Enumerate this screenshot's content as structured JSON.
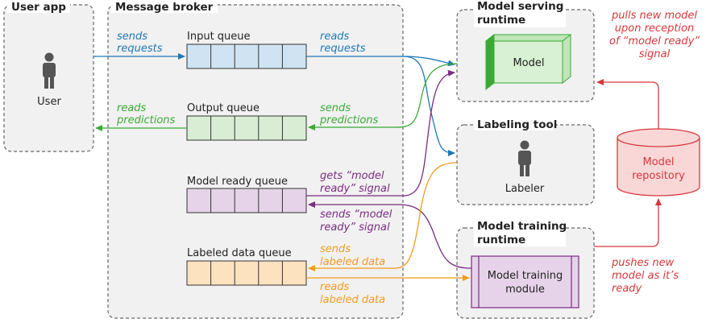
{
  "colors": {
    "blue": "#1f78b4",
    "green": "#3aaa35",
    "purple": "#7b2c82",
    "orange": "#f29b1d",
    "red": "#d6383d",
    "box_fill": "#f1f1f1",
    "box_stroke": "#666666"
  },
  "containers": {
    "user_app": "User app",
    "message_broker": "Message broker",
    "model_serving": [
      "Model serving",
      "runtime"
    ],
    "labeling_tool": "Labeling tool",
    "model_training": [
      "Model training",
      "runtime"
    ]
  },
  "actors": {
    "user": "User",
    "labeler": "Labeler"
  },
  "queues": {
    "input": "Input queue",
    "output": "Output queue",
    "model_ready": "Model ready queue",
    "labeled_data": "Labeled data queue"
  },
  "components": {
    "model": "Model",
    "training_module": [
      "Model training",
      "module"
    ],
    "repository": [
      "Model",
      "repository"
    ]
  },
  "edge_labels": {
    "sends_requests": [
      "sends",
      "requests"
    ],
    "reads_requests": [
      "reads",
      "requests"
    ],
    "reads_predictions": [
      "reads",
      "predictions"
    ],
    "sends_predictions": [
      "sends",
      "predictions"
    ],
    "gets_model_ready": [
      "gets “model",
      "ready” signal"
    ],
    "sends_model_ready": [
      "sends “model",
      "ready” signal"
    ],
    "sends_labeled_data": [
      "sends",
      "labeled data"
    ],
    "reads_labeled_data": [
      "reads",
      "labeled data"
    ],
    "pulls_new_model": [
      "pulls new model",
      "upon reception",
      "of “model ready”",
      "signal"
    ],
    "pushes_new_model": [
      "pushes new",
      "model as it’s",
      "ready"
    ]
  }
}
